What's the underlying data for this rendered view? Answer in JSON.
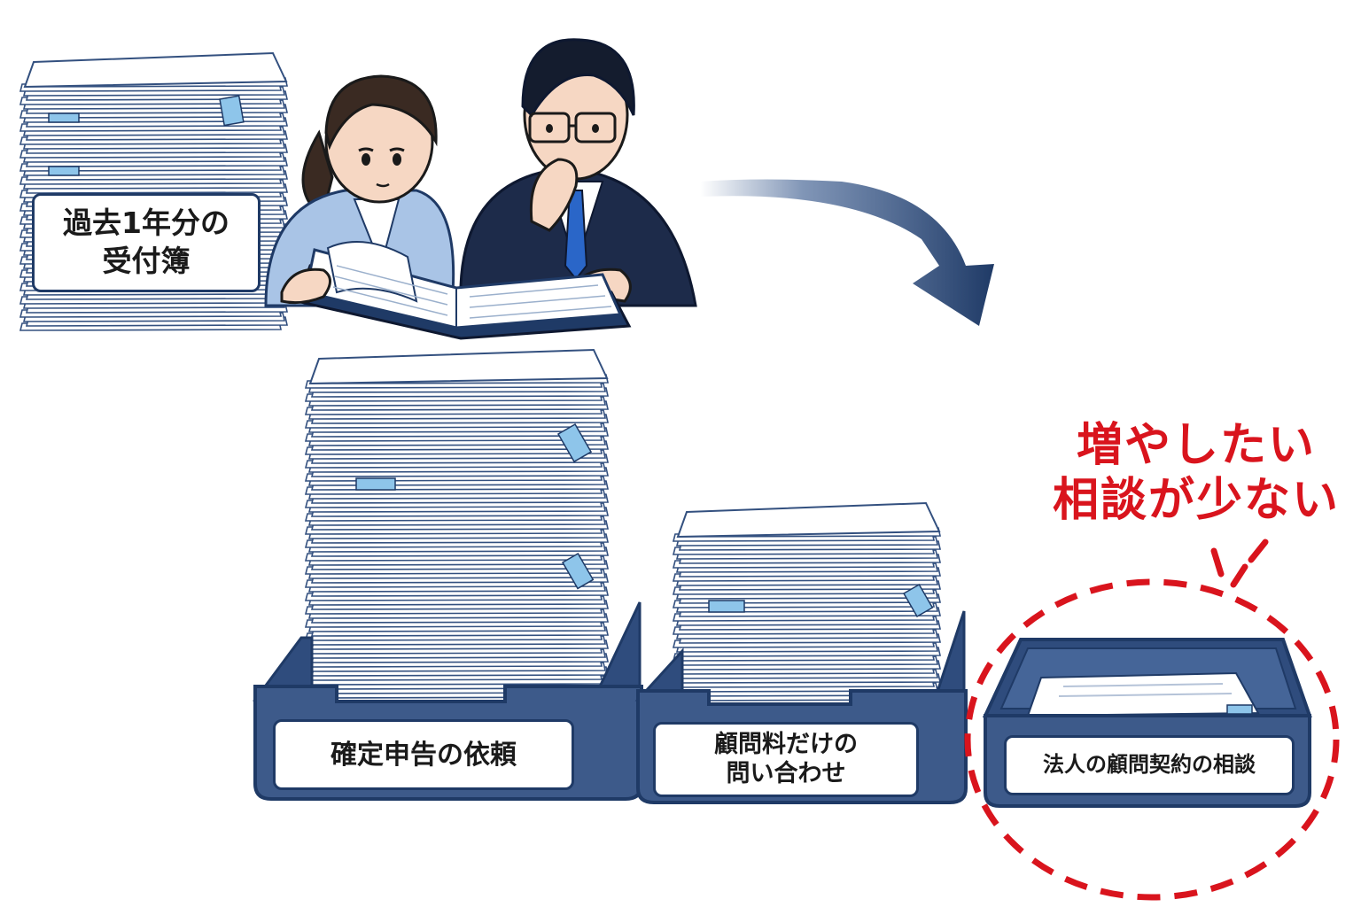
{
  "ledger_label": {
    "line1": "過去1年分の",
    "line2": "受付簿"
  },
  "trays": [
    {
      "id": "tax-return",
      "line1": "確定申告の依頼",
      "line2": ""
    },
    {
      "id": "fee-inquiry",
      "line1": "顧問料だけの",
      "line2": "問い合わせ"
    },
    {
      "id": "corporate",
      "line1": "法人の顧問契約の相談",
      "line2": ""
    }
  ],
  "callout": {
    "line1": "増やしたい",
    "line2": "相談が少ない"
  },
  "colors": {
    "navy": "#1f3a66",
    "tray_blue": "#3d5a8a",
    "paper": "#ffffff",
    "tab": "#8ec5ea",
    "accent_red": "#d9141d",
    "jacket_light": "#a9c4e6",
    "suit_dark": "#1d2b4a"
  }
}
